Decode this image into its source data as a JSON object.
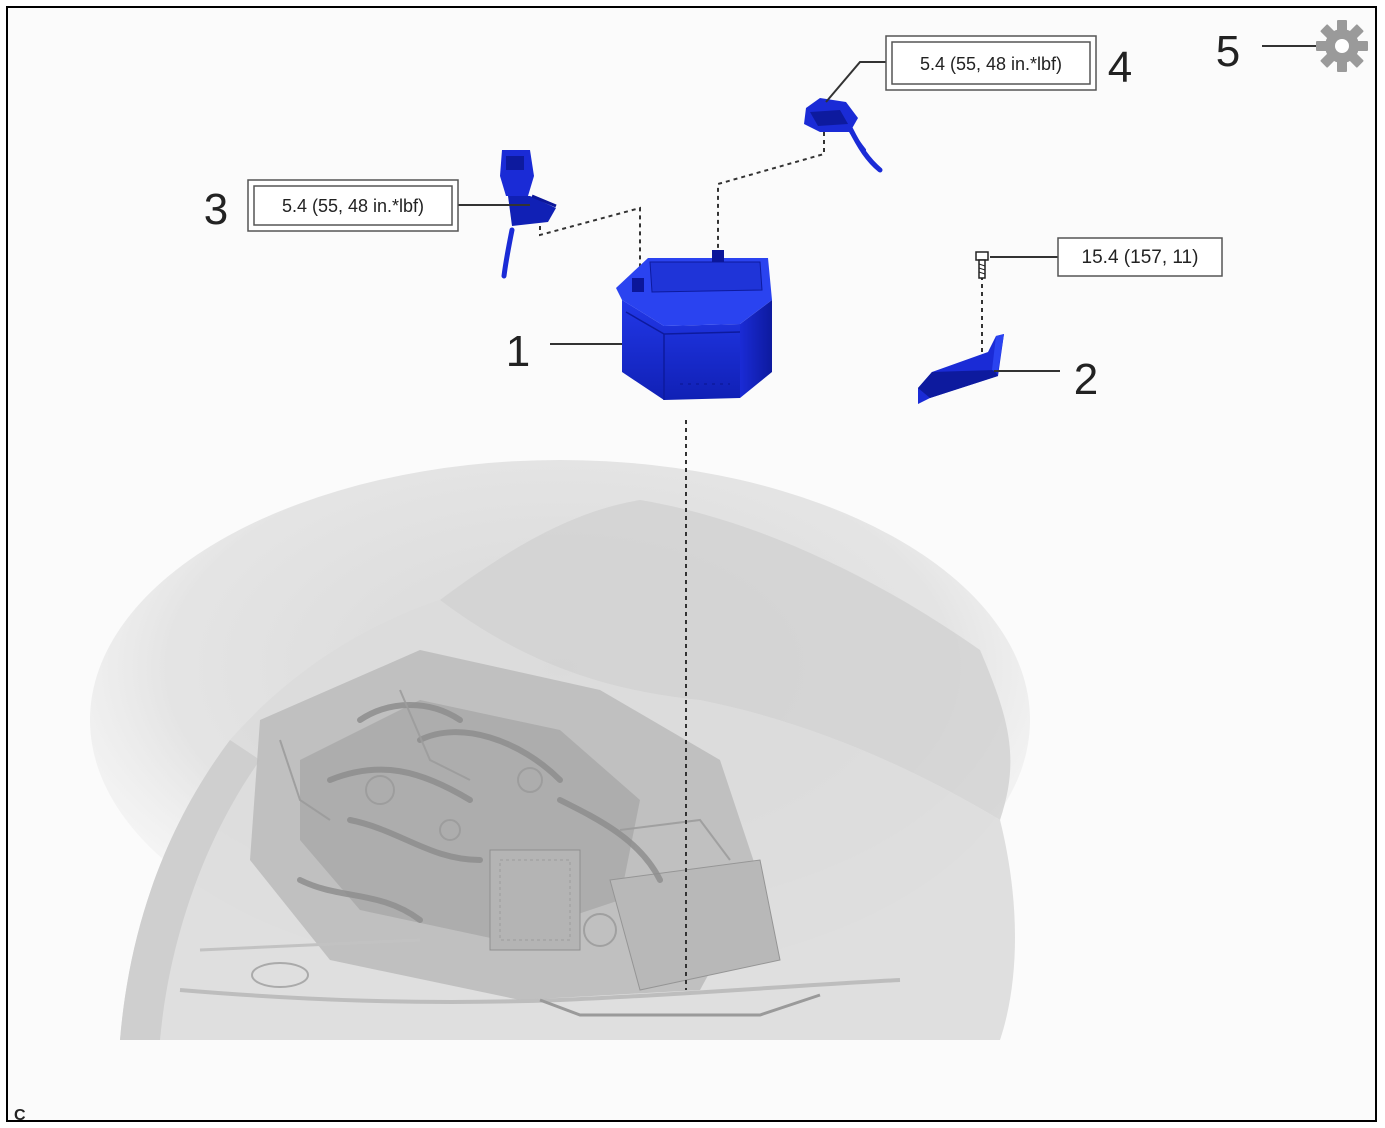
{
  "callouts": {
    "battery": "1",
    "bracket": "2",
    "neg_terminal": "3",
    "pos_terminal": "4",
    "legend_marker": "5"
  },
  "torque": {
    "neg_terminal": "5.4 (55, 48 in.*lbf)",
    "pos_terminal": "5.4 (55, 48 in.*lbf)",
    "bracket_bolt": "15.4 (157, 11)"
  },
  "corner_code": "C",
  "colors": {
    "part_blue": "#1a2bd6",
    "part_blue_dark": "#0b169a",
    "line": "#333333",
    "engine_gray": "#c9c9c9"
  },
  "icons": {
    "legend": "gear-icon"
  }
}
